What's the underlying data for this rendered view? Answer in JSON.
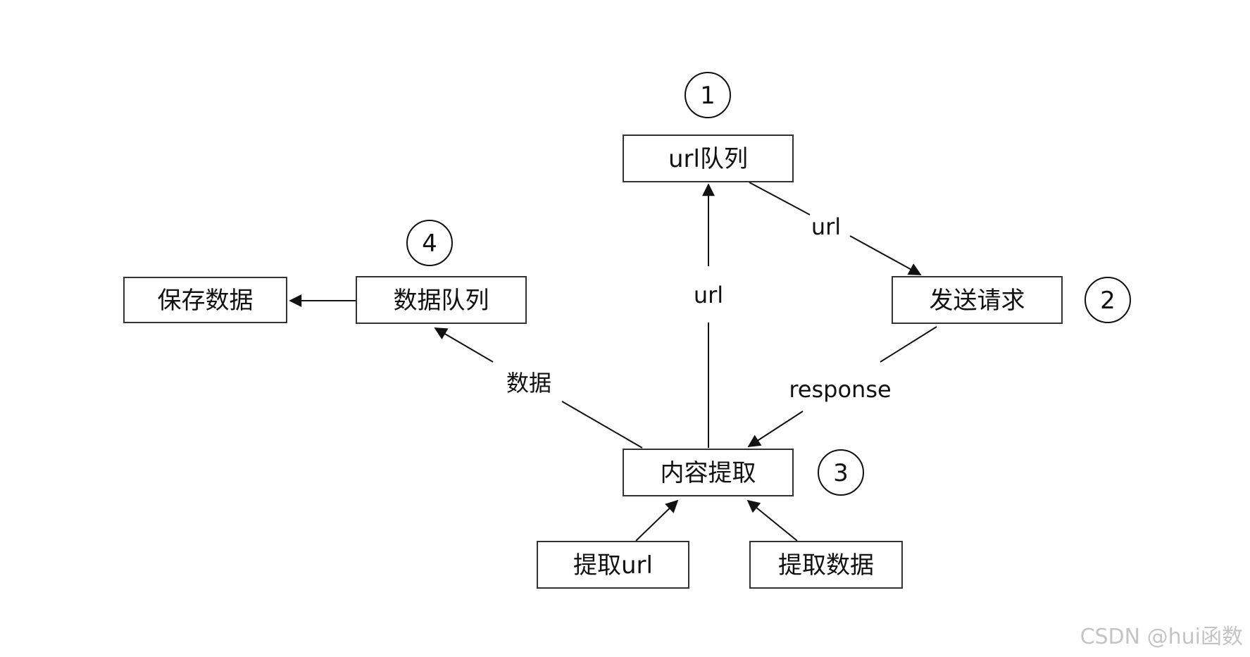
{
  "nodes": {
    "url_queue": "url队列",
    "send_request": "发送请求",
    "content_extract": "内容提取",
    "data_queue": "数据队列",
    "save_data": "保存数据",
    "extract_url": "提取url",
    "extract_data": "提取数据"
  },
  "steps": {
    "one": "1",
    "two": "2",
    "three": "3",
    "four": "4"
  },
  "edges": {
    "url_to_request": "url",
    "extract_to_urlqueue": "url",
    "request_to_extract": "response",
    "extract_to_dataqueue": "数据"
  },
  "watermark": "CSDN @hui函数"
}
